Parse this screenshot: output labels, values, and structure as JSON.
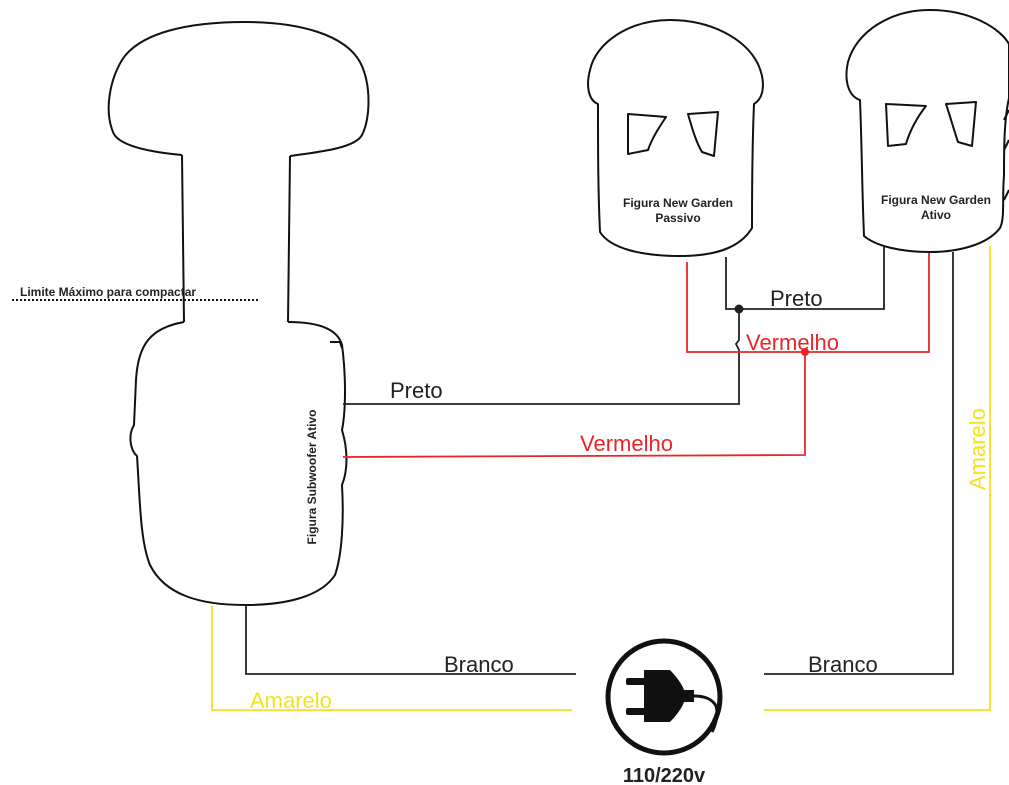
{
  "labels": {
    "limit": "Limite Máximo para compactar",
    "subwoofer": "Figura Subwoofer Ativo",
    "garden_passive_line1": "Figura New Garden",
    "garden_passive_line2": "Passivo",
    "garden_active_line1": "Figura New Garden",
    "garden_active_line2": "Ativo",
    "preto_top": "Preto",
    "vermelho_top": "Vermelho",
    "preto_mid": "Preto",
    "vermelho_mid": "Vermelho",
    "amarelo_right": "Amarelo",
    "branco_left": "Branco",
    "amarelo_left": "Amarelo",
    "branco_right": "Branco",
    "voltage": "110/220v"
  },
  "icons": {
    "plug": "power-plug-icon"
  },
  "colors": {
    "black_wire": "#222222",
    "red_wire": "#e8262a",
    "yellow_wire": "#f2e31c",
    "outline": "#111111",
    "text": "#222222"
  }
}
